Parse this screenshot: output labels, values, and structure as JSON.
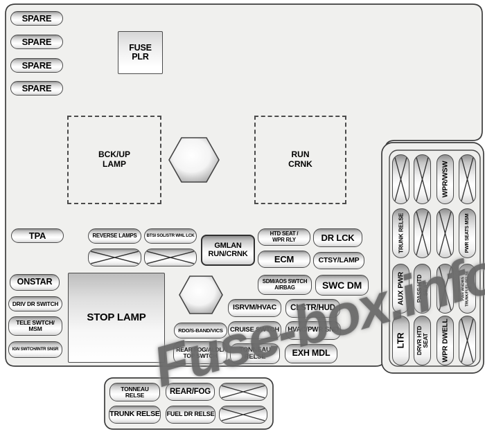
{
  "watermark": "Fuse-box.info",
  "colors": {
    "panel_fill": "#f0f0ee",
    "outline": "#3c3c3c",
    "watermark_gray": "#4e4e4e"
  },
  "main_panel": {
    "spares": [
      "SPARE",
      "SPARE",
      "SPARE",
      "SPARE"
    ],
    "fuse_plr": "FUSE\nPLR",
    "bckup_lamp": "BCK/UP\nLAMP",
    "run_crnk": "RUN\nCRNK",
    "tpa": "TPA",
    "onstar": "ONSTAR",
    "driv_dr_switch": "DRIV DR SWITCH",
    "tele_swtch_msm": "TELE SWTCH/\nMSM",
    "ign_swtch_intr_snsr": "IGN SWTCH/INTR SNSR",
    "reverse_lamps": "REVERSE LAMPS",
    "btsi_sol_str_whl_lck": "BTSI SOL/STR WHL LCK",
    "gmlan_run_crnk": "GMLAN\nRUN/CRNK",
    "htd_seat_wpr_rly": "HTD SEAT /\nWPR RLY",
    "dr_lck": "DR LCK",
    "ecm": "ECM",
    "ctsy_lamp": "CTSY/LAMP",
    "sdm_aos_swtch_airbag": "SDM/AOS SWTCH\nAIRBAG",
    "swc_dm": "SWC DM",
    "isrvm_hvac": "ISRVM/HVAC",
    "clstr_hud": "CLSTR/HUD",
    "stop_lamp": "STOP LAMP",
    "rdo_s_band_vics": "RDO/S-BAND/VICS",
    "cruise_swtch": "CRUISE SWTCH",
    "hvac_pwr_snd": "HVAC/PWR SND",
    "rear_fog_aldl_top_swtch": "REAR FOG/ALDL/\nTOP SWTCH",
    "tonneau_relse": "TONNEAU\nRELSE",
    "exh_mdl": "EXH MDL"
  },
  "right_panel": {
    "fuses": [
      {
        "type": "spare"
      },
      {
        "type": "spare"
      },
      {
        "type": "fuse",
        "label": "WPR/WSW"
      },
      {
        "type": "spare"
      },
      {
        "type": "fuse",
        "label": "TRUNK RELSE"
      },
      {
        "type": "spare"
      },
      {
        "type": "spare"
      },
      {
        "type": "fuse",
        "label": "PWR SEATS MSM"
      },
      {
        "type": "fuse",
        "label": "AUX PWR"
      },
      {
        "type": "fuse",
        "label": "PASS HTD SEAT"
      },
      {
        "type": "spare"
      },
      {
        "type": "fuse",
        "label": "PWR WNDWS\nTRUNK/FUEL RELSE\nCB"
      },
      {
        "type": "fuse",
        "label": "LTR"
      },
      {
        "type": "fuse",
        "label": "DRVR HTD SEAT"
      },
      {
        "type": "fuse",
        "label": "WPR DWELL"
      },
      {
        "type": "spare"
      }
    ]
  },
  "bottom_panel": {
    "tonneau_relse": "TONNEAU\nRELSE",
    "rear_fog": "REAR/FOG",
    "trunk_relse": "TRUNK RELSE",
    "fuel_dr_relse": "FUEL DR RELSE"
  }
}
